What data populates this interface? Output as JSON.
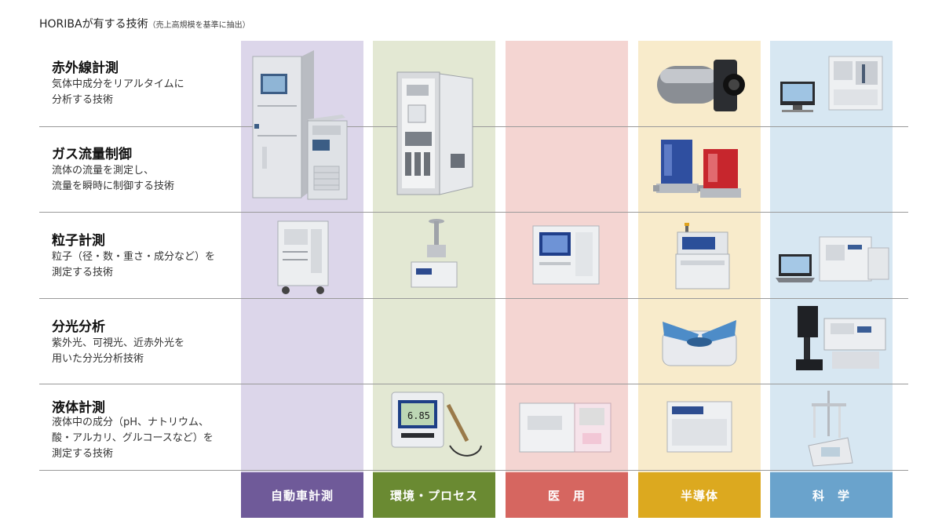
{
  "title": {
    "main": "HORIBAが有する技術",
    "sub": "（売上高規模を基準に抽出）"
  },
  "rows": [
    {
      "title": "赤外線計測",
      "desc": [
        "気体中成分をリアルタイムに",
        "分析する技術"
      ]
    },
    {
      "title": "ガス流量制御",
      "desc": [
        "流体の流量を測定し、",
        "流量を瞬時に制御する技術"
      ]
    },
    {
      "title": "粒子計測",
      "desc": [
        "粒子（径・数・重さ・成分など）を",
        "測定する技術"
      ]
    },
    {
      "title": "分光分析",
      "desc": [
        "紫外光、可視光、近赤外光を",
        "用いた分光分析技術"
      ]
    },
    {
      "title": "液体計測",
      "desc": [
        "液体中の成分（pH、ナトリウム、",
        "酸・アルカリ、グルコースなど）を",
        "測定する技術"
      ]
    }
  ],
  "columns": [
    {
      "label": "自動車計測",
      "bg": "#dcd6ea",
      "color": "#6f5a99"
    },
    {
      "label": "環境・プロセス",
      "bg": "#e3e8d3",
      "color": "#6a8a32"
    },
    {
      "label": "医　用",
      "bg": "#f4d5d2",
      "color": "#d66660"
    },
    {
      "label": "半導体",
      "bg": "#f8ebcb",
      "color": "#dca91f"
    },
    {
      "label": "科　学",
      "bg": "#d7e7f2",
      "color": "#6aa3cc"
    }
  ],
  "display_reading": "6.85",
  "colors": {
    "line": "#9a9a9a",
    "text": "#222222"
  }
}
